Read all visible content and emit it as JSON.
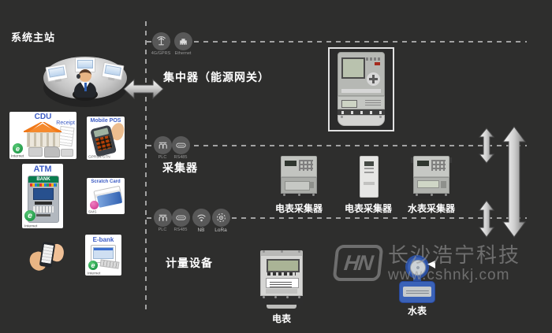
{
  "sections": {
    "system_master": {
      "label": "系统主站"
    },
    "concentrator": {
      "label": "集中器（能源网关）"
    },
    "collector": {
      "label": "采集器"
    },
    "metering": {
      "label": "计量设备"
    }
  },
  "comm": {
    "concentrator": [
      {
        "label": "4G/GPRS"
      },
      {
        "label": "Ethernet"
      }
    ],
    "collector": [
      {
        "label": "PLC"
      },
      {
        "label": "RS485"
      }
    ],
    "metering": [
      {
        "label": "PLC"
      },
      {
        "label": "RS485"
      },
      {
        "label": "NB"
      },
      {
        "label": "LoRa"
      }
    ]
  },
  "payments": {
    "cdu": {
      "title": "CDU",
      "receipt": "Receipt",
      "channel": "Internet",
      "logo": "e"
    },
    "mobile_pos": {
      "title": "Mobile POS",
      "channel": "GPRS/PSTN"
    },
    "atm": {
      "title": "ATM",
      "bank": "BANK",
      "channel": "Internet",
      "logo": "e"
    },
    "scratch": {
      "title": "Scratch Card",
      "channel": "SMS"
    },
    "ebank": {
      "title": "E-bank",
      "channel": "Internet",
      "logo": "e"
    }
  },
  "devices": {
    "collector1": {
      "label": "电表采集器"
    },
    "collector2": {
      "label": "电表采集器"
    },
    "collector3": {
      "label": "水表采集器"
    },
    "energy_meter": {
      "label": "电表"
    },
    "water_meter": {
      "label": "水表"
    }
  },
  "watermark": {
    "logo": "HN",
    "company": "长沙浩宁科技",
    "website": "www.cshnkj.com"
  },
  "colors": {
    "background": "#2e2e2d",
    "dashed_line": "#a2a2a2",
    "card_title_blue": "#3b5bc4",
    "watermark_gray": "#9a9a9a",
    "arrow_silver": "#d9d9d9",
    "atm_green": "#0a7d4f",
    "building_orange": "#f07818",
    "water_meter_blue": "#3a62b8"
  }
}
